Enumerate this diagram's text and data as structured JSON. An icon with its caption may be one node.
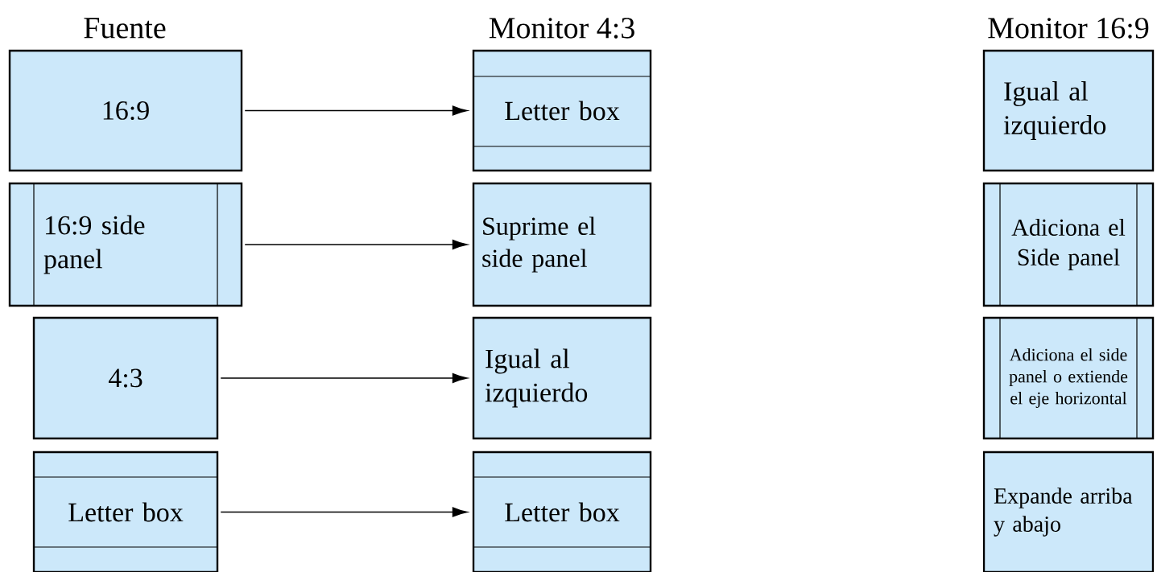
{
  "diagram": {
    "nodes": [
      {
        "text": [
          "16:9"
        ]
      },
      {
        "text": [
          "Letter box"
        ]
      },
      {
        "text": [
          "Igual al izquierdo"
        ]
      },
      {
        "text": [
          "16:9 side panel"
        ]
      },
      {
        "text": [
          "Suprime el side panel"
        ]
      },
      {
        "text": [
          "Adiciona el Side panel"
        ]
      },
      {
        "text": [
          "4:3"
        ]
      },
      {
        "text": [
          "Igual al izquierdo"
        ]
      },
      {
        "text": [
          "Adiciona el side panel o extiende el eje horizontal"
        ]
      },
      {
        "text": [
          "Letter box"
        ]
      },
      {
        "text": [
          "Letter box"
        ]
      },
      {
        "text": [
          "Expande arriba y abajo"
        ]
      }
    ],
    "edges": [
      {
        "from": 0,
        "to": 1,
        "arrow": "to"
      },
      {
        "from": 3,
        "to": 4,
        "arrow": "to"
      },
      {
        "from": 6,
        "to": 7,
        "arrow": "to"
      },
      {
        "from": 9,
        "to": 10,
        "arrow": "to"
      }
    ],
    "labels": [
      "Fuente",
      "Monitor 4:3",
      "Monitor 16:9"
    ]
  }
}
